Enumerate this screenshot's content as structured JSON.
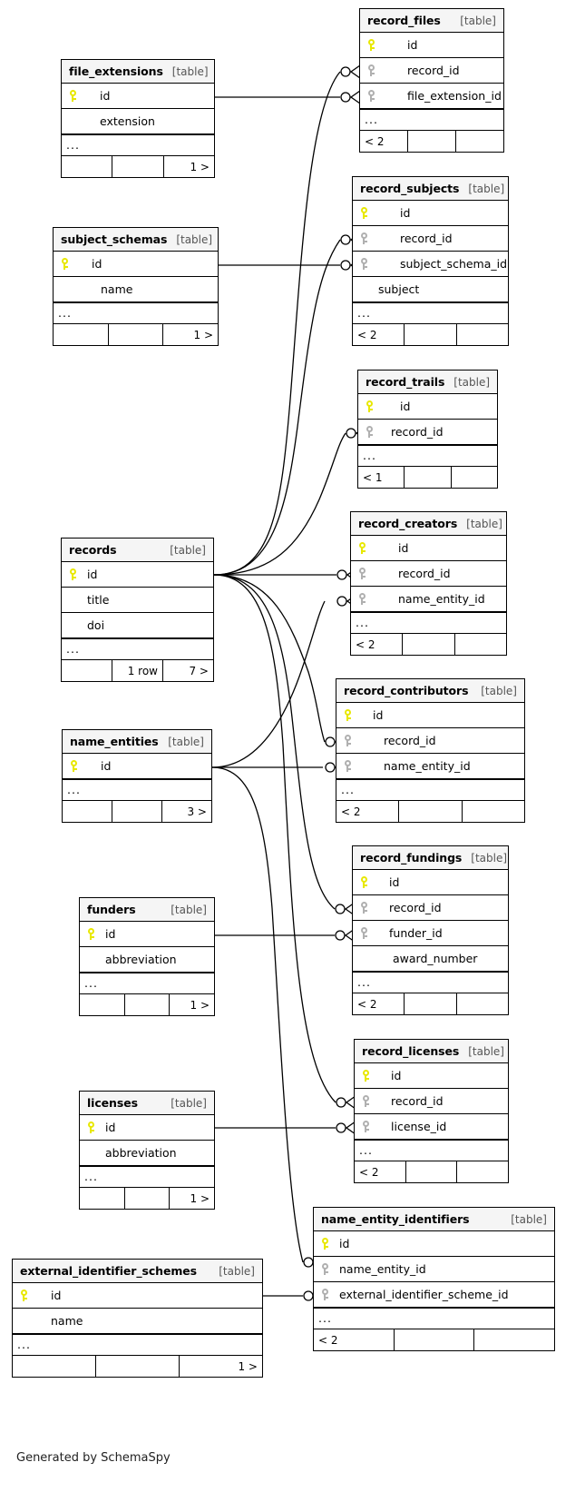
{
  "diagram": {
    "title": "SchemaSpy Relationships Diagram",
    "caption": "Generated by SchemaSpy",
    "type_tag": "[table]",
    "ellipsis": "...",
    "colors": {
      "primary_key": "#e8e800",
      "foreign_key": "#b0b0b0",
      "header_bg": "#f5f5f5",
      "border": "#000000",
      "background": "#ffffff"
    }
  },
  "tables": [
    {
      "id": "record_files",
      "name": "record_files",
      "tag": "[table]",
      "columns": [
        {
          "name": "id",
          "key": "pk"
        },
        {
          "name": "record_id",
          "key": "fk"
        },
        {
          "name": "file_extension_id",
          "key": "fk"
        }
      ],
      "footer": [
        "< 2",
        "",
        ""
      ]
    },
    {
      "id": "file_extensions",
      "name": "file_extensions",
      "tag": "[table]",
      "columns": [
        {
          "name": "id",
          "key": "pk"
        },
        {
          "name": "extension",
          "key": "none"
        }
      ],
      "footer": [
        "",
        "",
        "1 >"
      ]
    },
    {
      "id": "record_subjects",
      "name": "record_subjects",
      "tag": "[table]",
      "columns": [
        {
          "name": "id",
          "key": "pk"
        },
        {
          "name": "record_id",
          "key": "fk"
        },
        {
          "name": "subject_schema_id",
          "key": "fk"
        },
        {
          "name": "subject",
          "key": "none"
        }
      ],
      "footer": [
        "< 2",
        "",
        ""
      ]
    },
    {
      "id": "subject_schemas",
      "name": "subject_schemas",
      "tag": "[table]",
      "columns": [
        {
          "name": "id",
          "key": "pk"
        },
        {
          "name": "name",
          "key": "none"
        }
      ],
      "footer": [
        "",
        "",
        "1 >"
      ]
    },
    {
      "id": "record_trails",
      "name": "record_trails",
      "tag": "[table]",
      "columns": [
        {
          "name": "id",
          "key": "pk"
        },
        {
          "name": "record_id",
          "key": "fk"
        }
      ],
      "footer": [
        "< 1",
        "",
        ""
      ]
    },
    {
      "id": "records",
      "name": "records",
      "tag": "[table]",
      "columns": [
        {
          "name": "id",
          "key": "pk"
        },
        {
          "name": "title",
          "key": "none"
        },
        {
          "name": "doi",
          "key": "none"
        }
      ],
      "footer": [
        "",
        "1 row",
        "7 >"
      ]
    },
    {
      "id": "record_creators",
      "name": "record_creators",
      "tag": "[table]",
      "columns": [
        {
          "name": "id",
          "key": "pk"
        },
        {
          "name": "record_id",
          "key": "fk"
        },
        {
          "name": "name_entity_id",
          "key": "fk"
        }
      ],
      "footer": [
        "< 2",
        "",
        ""
      ]
    },
    {
      "id": "record_contributors",
      "name": "record_contributors",
      "tag": "[table]",
      "columns": [
        {
          "name": "id",
          "key": "pk"
        },
        {
          "name": "record_id",
          "key": "fk"
        },
        {
          "name": "name_entity_id",
          "key": "fk"
        }
      ],
      "footer": [
        "< 2",
        "",
        ""
      ]
    },
    {
      "id": "name_entities",
      "name": "name_entities",
      "tag": "[table]",
      "columns": [
        {
          "name": "id",
          "key": "pk"
        }
      ],
      "footer": [
        "",
        "",
        "3 >"
      ]
    },
    {
      "id": "record_fundings",
      "name": "record_fundings",
      "tag": "[table]",
      "columns": [
        {
          "name": "id",
          "key": "pk"
        },
        {
          "name": "record_id",
          "key": "fk"
        },
        {
          "name": "funder_id",
          "key": "fk"
        },
        {
          "name": "award_number",
          "key": "none"
        }
      ],
      "footer": [
        "< 2",
        "",
        ""
      ]
    },
    {
      "id": "funders",
      "name": "funders",
      "tag": "[table]",
      "columns": [
        {
          "name": "id",
          "key": "pk"
        },
        {
          "name": "abbreviation",
          "key": "none"
        }
      ],
      "footer": [
        "",
        "",
        "1 >"
      ]
    },
    {
      "id": "record_licenses",
      "name": "record_licenses",
      "tag": "[table]",
      "columns": [
        {
          "name": "id",
          "key": "pk"
        },
        {
          "name": "record_id",
          "key": "fk"
        },
        {
          "name": "license_id",
          "key": "fk"
        }
      ],
      "footer": [
        "< 2",
        "",
        ""
      ]
    },
    {
      "id": "licenses",
      "name": "licenses",
      "tag": "[table]",
      "columns": [
        {
          "name": "id",
          "key": "pk"
        },
        {
          "name": "abbreviation",
          "key": "none"
        }
      ],
      "footer": [
        "",
        "",
        "1 >"
      ]
    },
    {
      "id": "name_entity_identifiers",
      "name": "name_entity_identifiers",
      "tag": "[table]",
      "columns": [
        {
          "name": "id",
          "key": "pk"
        },
        {
          "name": "name_entity_id",
          "key": "fk"
        },
        {
          "name": "external_identifier_scheme_id",
          "key": "fk"
        }
      ],
      "footer": [
        "< 2",
        "",
        ""
      ]
    },
    {
      "id": "external_identifier_schemes",
      "name": "external_identifier_schemes",
      "tag": "[table]",
      "columns": [
        {
          "name": "id",
          "key": "pk"
        },
        {
          "name": "name",
          "key": "none"
        }
      ],
      "footer": [
        "",
        "",
        "1 >"
      ]
    }
  ],
  "relationships": [
    {
      "from": "records",
      "to": "record_files",
      "to_column": "record_id"
    },
    {
      "from": "file_extensions",
      "to": "record_files",
      "to_column": "file_extension_id"
    },
    {
      "from": "records",
      "to": "record_subjects",
      "to_column": "record_id"
    },
    {
      "from": "subject_schemas",
      "to": "record_subjects",
      "to_column": "subject_schema_id"
    },
    {
      "from": "records",
      "to": "record_trails",
      "to_column": "record_id"
    },
    {
      "from": "records",
      "to": "record_creators",
      "to_column": "record_id"
    },
    {
      "from": "name_entities",
      "to": "record_creators",
      "to_column": "name_entity_id"
    },
    {
      "from": "records",
      "to": "record_contributors",
      "to_column": "record_id"
    },
    {
      "from": "name_entities",
      "to": "record_contributors",
      "to_column": "name_entity_id"
    },
    {
      "from": "records",
      "to": "record_fundings",
      "to_column": "record_id"
    },
    {
      "from": "funders",
      "to": "record_fundings",
      "to_column": "funder_id"
    },
    {
      "from": "records",
      "to": "record_licenses",
      "to_column": "record_id"
    },
    {
      "from": "licenses",
      "to": "record_licenses",
      "to_column": "license_id"
    },
    {
      "from": "name_entities",
      "to": "name_entity_identifiers",
      "to_column": "name_entity_id"
    },
    {
      "from": "external_identifier_schemes",
      "to": "name_entity_identifiers",
      "to_column": "external_identifier_scheme_id"
    }
  ]
}
